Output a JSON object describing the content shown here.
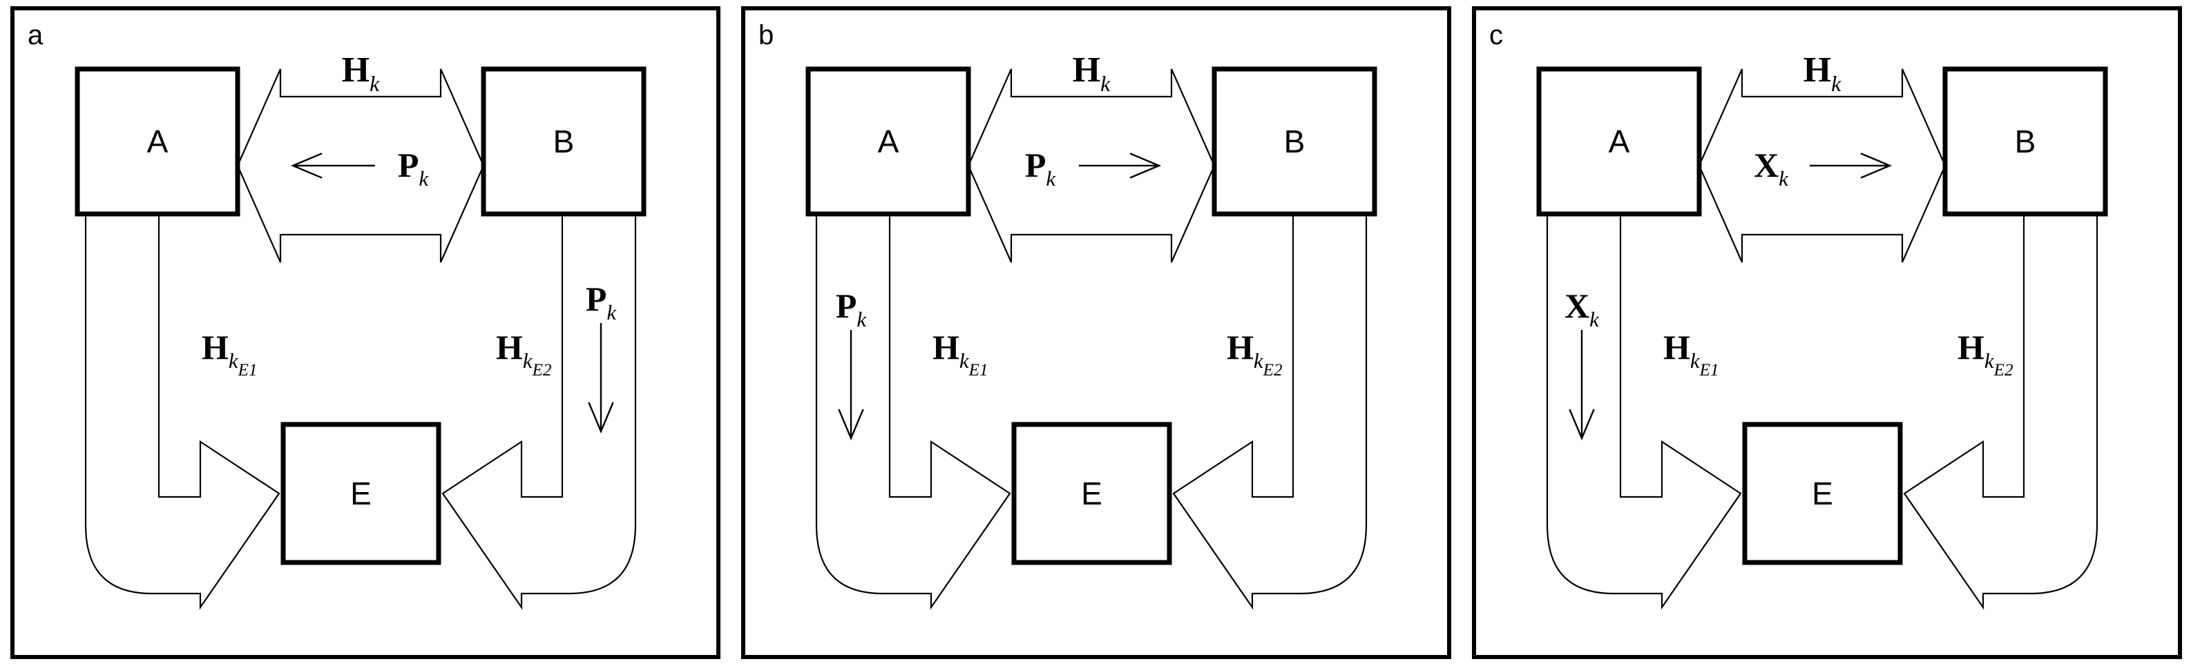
{
  "figure": {
    "type": "diagram",
    "description": "Three-panel block diagram of signal flow between blocks A, B and E",
    "background_color": "#ffffff",
    "stroke_color": "#000000",
    "panel_count": 3
  },
  "panels": [
    {
      "letter": "a",
      "blocks": [
        {
          "id": "A",
          "label": "A"
        },
        {
          "id": "B",
          "label": "B"
        },
        {
          "id": "E",
          "label": "E"
        }
      ],
      "ab_channel": {
        "outer_label": "H",
        "outer_sub": "k",
        "inner_label": "P",
        "inner_sub": "k",
        "inner_arrow_direction": "left"
      },
      "left_channel": {
        "label": "H",
        "sub": "k",
        "subsub": "E1",
        "inner_arrow": null,
        "inner_arrow_label": null,
        "inner_arrow_sub": null
      },
      "right_channel": {
        "label": "H",
        "sub": "k",
        "subsub": "E2",
        "inner_arrow": "down",
        "inner_arrow_label": "P",
        "inner_arrow_sub": "k"
      }
    },
    {
      "letter": "b",
      "blocks": [
        {
          "id": "A",
          "label": "A"
        },
        {
          "id": "B",
          "label": "B"
        },
        {
          "id": "E",
          "label": "E"
        }
      ],
      "ab_channel": {
        "outer_label": "H",
        "outer_sub": "k",
        "inner_label": "P",
        "inner_sub": "k",
        "inner_arrow_direction": "right"
      },
      "left_channel": {
        "label": "H",
        "sub": "k",
        "subsub": "E1",
        "inner_arrow": "down",
        "inner_arrow_label": "P",
        "inner_arrow_sub": "k"
      },
      "right_channel": {
        "label": "H",
        "sub": "k",
        "subsub": "E2",
        "inner_arrow": null,
        "inner_arrow_label": null,
        "inner_arrow_sub": null
      }
    },
    {
      "letter": "c",
      "blocks": [
        {
          "id": "A",
          "label": "A"
        },
        {
          "id": "B",
          "label": "B"
        },
        {
          "id": "E",
          "label": "E"
        }
      ],
      "ab_channel": {
        "outer_label": "H",
        "outer_sub": "k",
        "inner_label": "X",
        "inner_sub": "k",
        "inner_arrow_direction": "right"
      },
      "left_channel": {
        "label": "H",
        "sub": "k",
        "subsub": "E1",
        "inner_arrow": "down",
        "inner_arrow_label": "X",
        "inner_arrow_sub": "k"
      },
      "right_channel": {
        "label": "H",
        "sub": "k",
        "subsub": "E2",
        "inner_arrow": null,
        "inner_arrow_label": null,
        "inner_arrow_sub": null
      }
    }
  ]
}
